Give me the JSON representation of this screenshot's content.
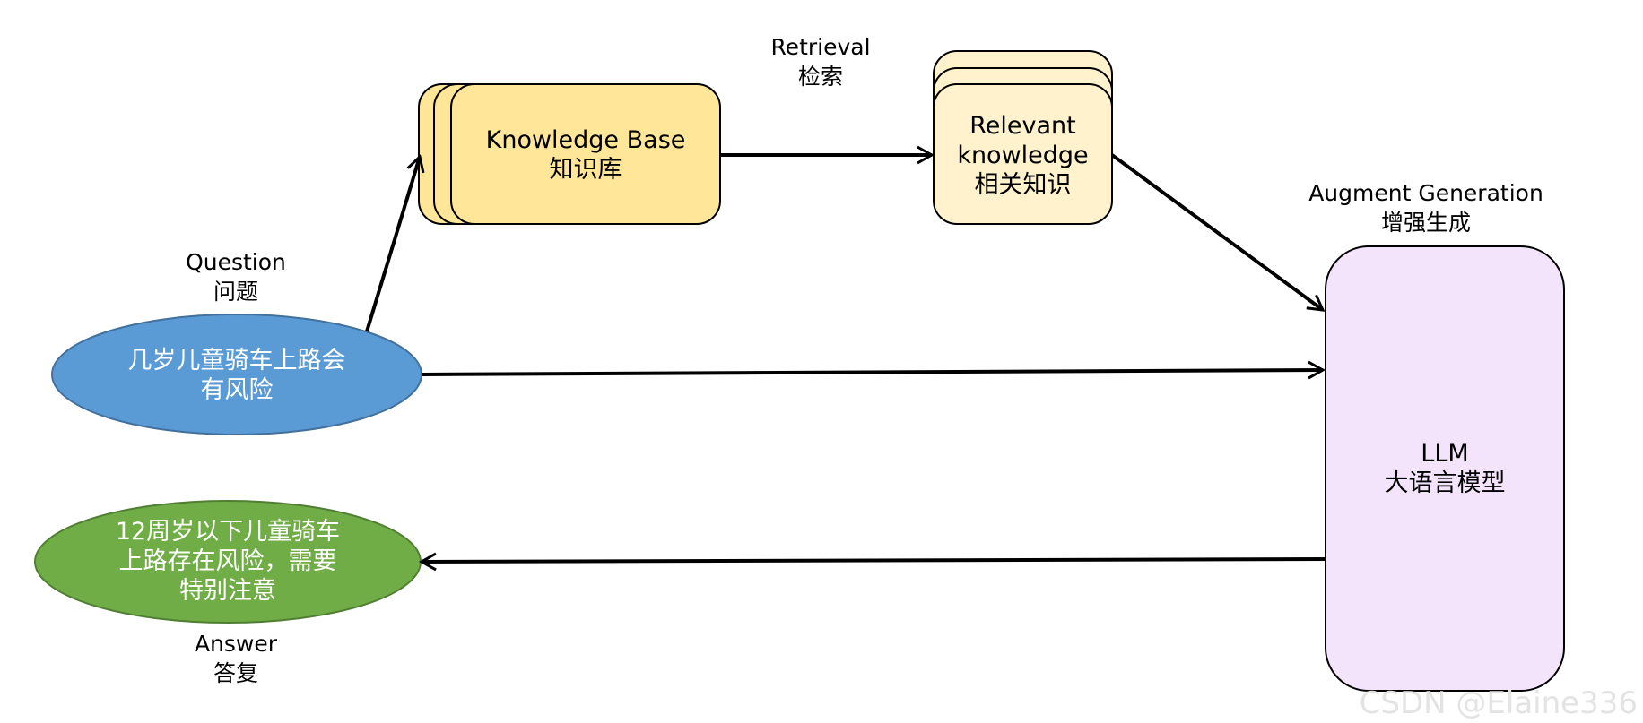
{
  "diagram": {
    "retrieval_label": {
      "en": "Retrieval",
      "zh": "检索"
    },
    "knowledge_base": {
      "en": "Knowledge Base",
      "zh": "知识库"
    },
    "relevant_knowledge": {
      "en1": "Relevant",
      "en2": "knowledge",
      "zh": "相关知识"
    },
    "augment_label": {
      "en": "Augment Generation",
      "zh": "增强生成"
    },
    "llm": {
      "en": "LLM",
      "zh": "大语言模型"
    },
    "question_label": {
      "en": "Question",
      "zh": "问题"
    },
    "question_text": {
      "line1": "几岁儿童骑车上路会",
      "line2": "有风险"
    },
    "answer_text": {
      "line1": "12周岁以下儿童骑车",
      "line2": "上路存在风险，需要",
      "line3": "特别注意"
    },
    "answer_label": {
      "en": "Answer",
      "zh": "答复"
    }
  },
  "watermark": "CSDN @Elaine336",
  "colors": {
    "knowledge_base_fill": "#FFE699",
    "relevant_fill": "#FFF2CC",
    "llm_fill": "#F3E3FB",
    "question_fill": "#5B9BD5",
    "question_stroke": "#41719C",
    "answer_fill": "#70AD47",
    "answer_stroke": "#507E32",
    "stroke": "#000000"
  }
}
